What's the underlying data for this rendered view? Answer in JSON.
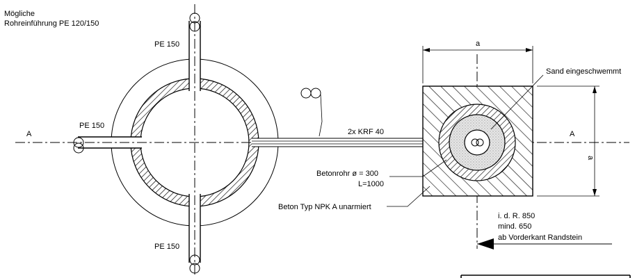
{
  "labels": {
    "possible_entry_line1": "Mögliche",
    "possible_entry_line2": "Rohreinführung PE 120/150",
    "pe150_top": "PE 150",
    "pe150_left": "PE 150",
    "pe150_bottom": "PE 150",
    "section_left": "A",
    "section_right": "A",
    "cable": "2x KRF 40",
    "dim_a_top": "a",
    "dim_a_right": "a",
    "sand": "Sand eingeschwemmt",
    "pipe_line1": "Betonrohr ø = 300",
    "pipe_line2": "L=1000",
    "concrete": "Beton Typ NPK A unarmiert",
    "offset_line1": "i. d. R. 850",
    "offset_line2": "mind. 650",
    "offset_line3": "ab Vorderkant Randstein"
  }
}
